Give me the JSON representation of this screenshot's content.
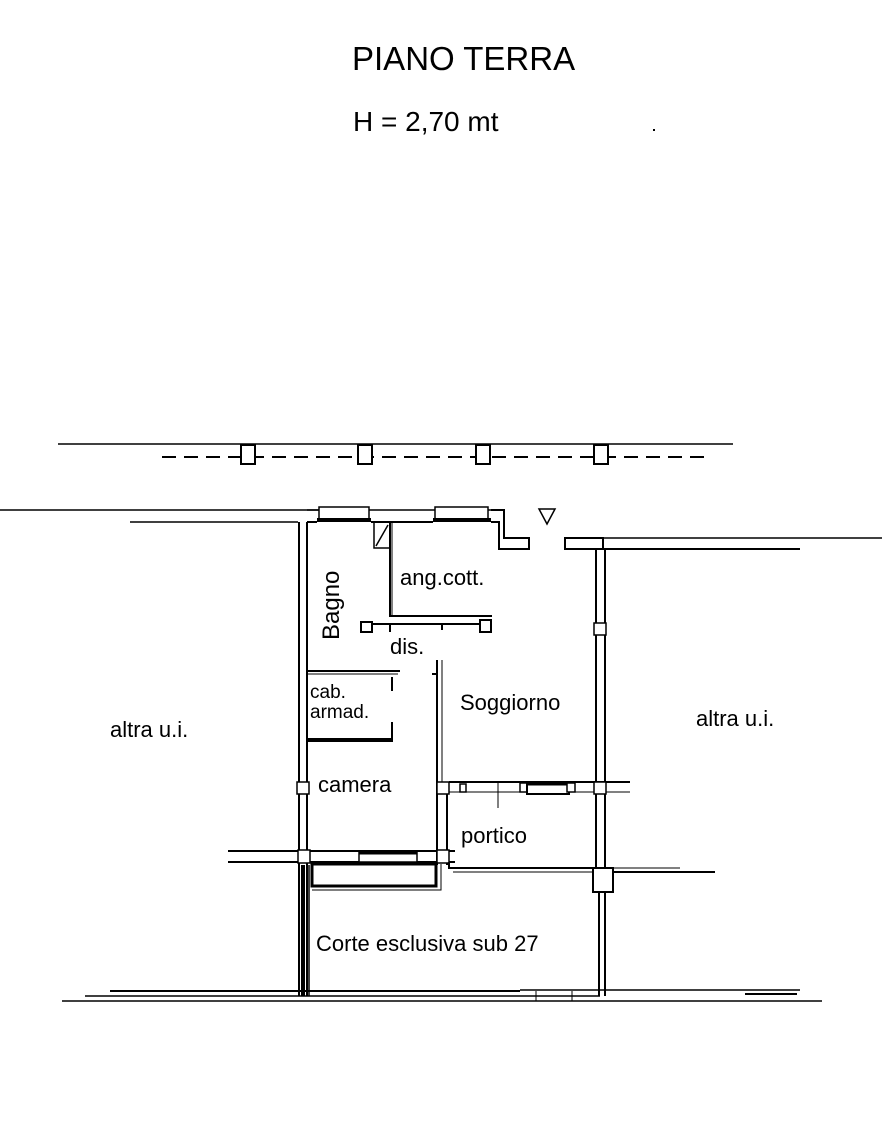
{
  "header": {
    "title": "PIANO TERRA",
    "height_label": "H = 2,70 mt"
  },
  "rooms": {
    "bagno": "Bagno",
    "angolo_cottura": "ang.cott.",
    "disimpegno": "dis.",
    "cabina_armadio_line1": "cab.",
    "cabina_armadio_line2": "armad.",
    "soggiorno": "Soggiorno",
    "camera": "camera",
    "portico": "portico",
    "corte": "Corte esclusiva sub 27"
  },
  "neighbors": {
    "left": "altra u.i.",
    "right": "altra u.i."
  },
  "symbols": {
    "entrance_marker": "entrance-triangle",
    "colors": {
      "line": "#000000",
      "background": "#ffffff"
    }
  }
}
